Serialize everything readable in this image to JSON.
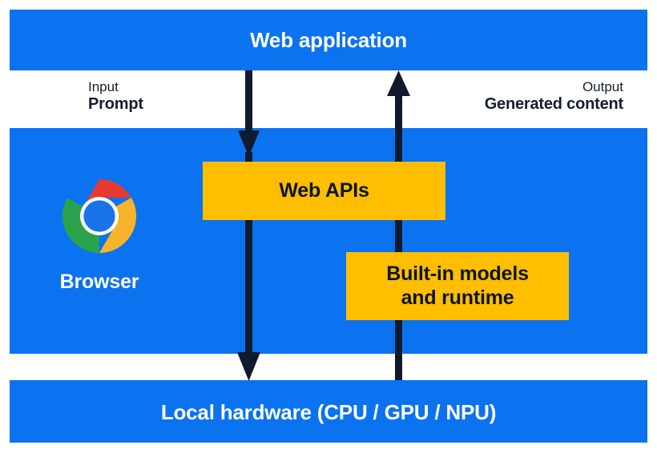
{
  "diagram": {
    "colors": {
      "band_blue": "#0b72f0",
      "box_amber": "#ffbe00",
      "arrow_navy": "#101a2e",
      "text_on_blue": "#ffffff",
      "text_dark": "#151e2e",
      "background": "#ffffff"
    },
    "bands": {
      "top": {
        "label": "Web application"
      },
      "middle": {
        "label": "Browser"
      },
      "bottom": {
        "label": "Local hardware (CPU / GPU / NPU)"
      }
    },
    "flows": {
      "input": {
        "kind": "Input",
        "value": "Prompt",
        "direction": "down"
      },
      "output": {
        "kind": "Output",
        "value": "Generated content",
        "direction": "up"
      }
    },
    "boxes": [
      {
        "label": "Web APIs"
      },
      {
        "label_line1": "Built-in models",
        "label_line2": "and runtime"
      }
    ],
    "icons": {
      "chrome": "chrome-logo-icon",
      "arrow_down": "arrow-down-icon",
      "arrow_up": "arrow-up-icon"
    }
  }
}
